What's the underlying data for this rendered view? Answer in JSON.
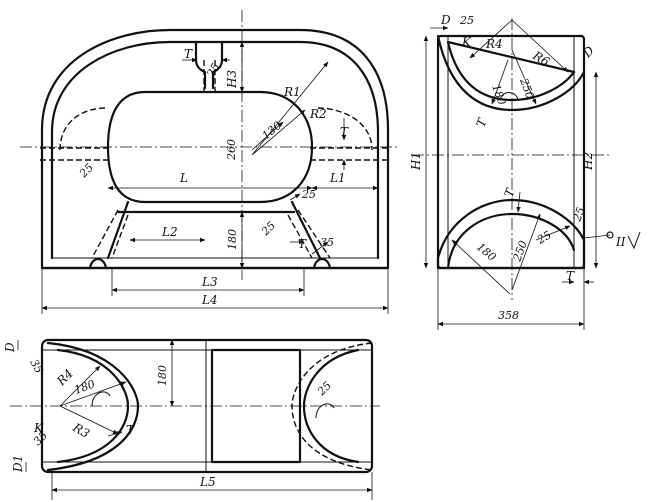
{
  "labels": {
    "T": "T",
    "d25": "25",
    "H3": "H3",
    "R1": "R1",
    "R2": "R2",
    "d260": "260",
    "d130": "130",
    "L": "L",
    "L1": "L1",
    "L2": "L2",
    "d180": "180",
    "d35": "35",
    "L3": "L3",
    "L4": "L4",
    "D": "D",
    "K": "K",
    "R4": "R4",
    "R6": "R6",
    "d250": "250",
    "H1": "H1",
    "H2": "H2",
    "d358": "358",
    "roman": "II",
    "L5": "L5",
    "R3": "R3",
    "D1": "D1"
  }
}
